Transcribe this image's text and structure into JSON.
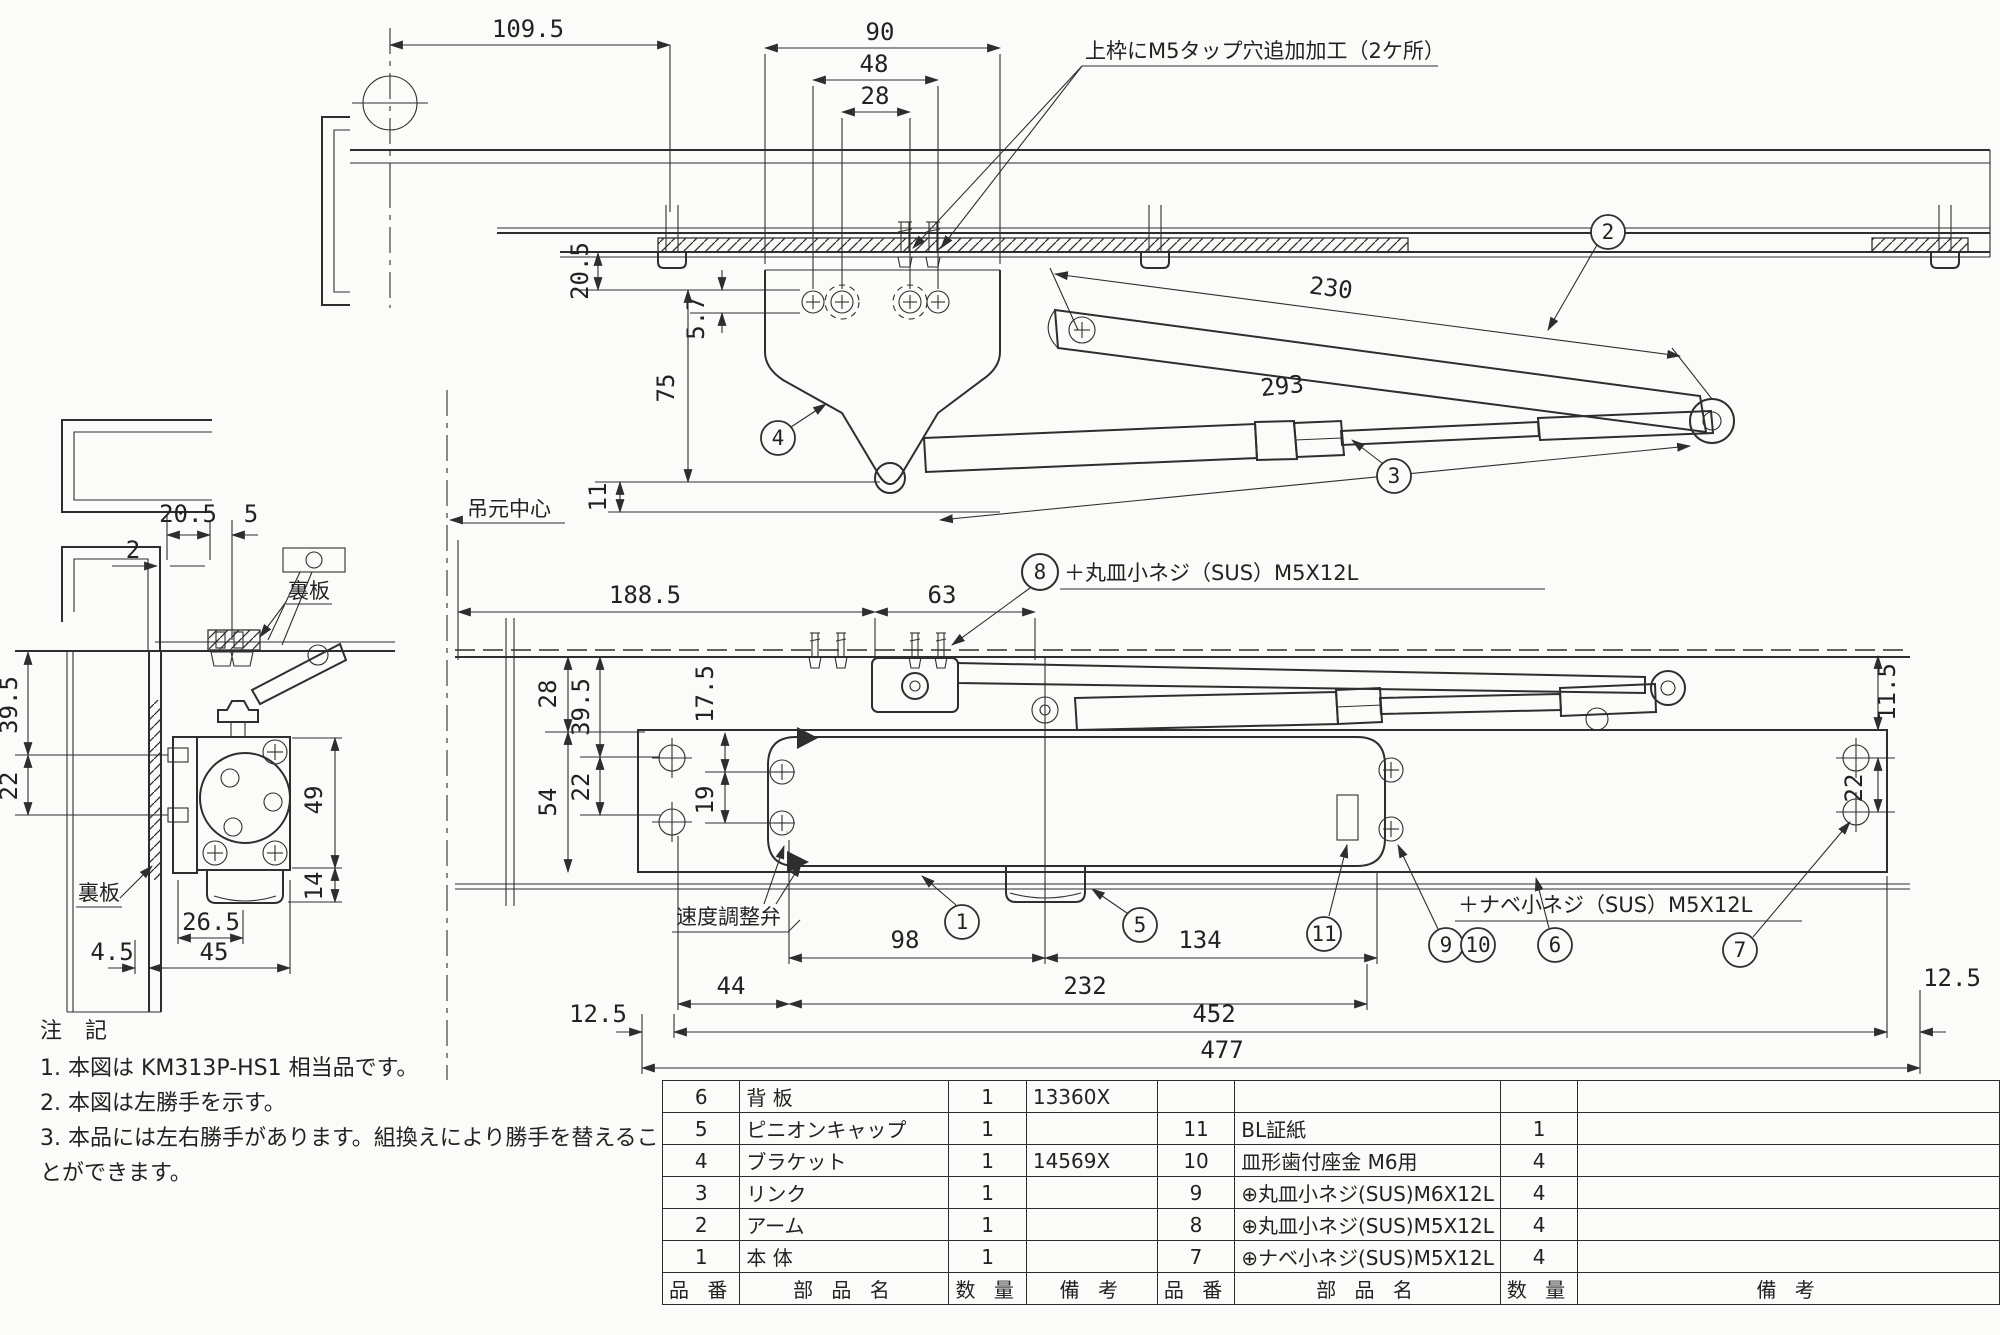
{
  "meta": {
    "paper_color": "#fbfbf9",
    "ink_color": "#2e2e2e"
  },
  "callouts": {
    "tap_holes": "上枠にM5タップ穴追加加工（2ケ所）",
    "hinge_center": "吊元中心",
    "back_plate_top": "裏板",
    "back_plate_bottom": "裏板",
    "speed_valve": "速度調整弁",
    "screw_flat": "＋丸皿小ネジ（SUS）M5X12L",
    "screw_pan": "＋ナベ小ネジ（SUS）M5X12L"
  },
  "balloons": {
    "n1": "1",
    "n2": "2",
    "n3": "3",
    "n4": "4",
    "n5": "5",
    "n6": "6",
    "n7": "7",
    "n8": "8",
    "n9": "9",
    "n10": "10",
    "n11": "11"
  },
  "dims": {
    "top": {
      "d109_5": "109.5",
      "d90": "90",
      "d48": "48",
      "d28": "28",
      "d20_5": "20.5",
      "d5_7": "5.7",
      "d75": "75",
      "d11": "11",
      "d230": "230",
      "d293": "293"
    },
    "side": {
      "s20_5": "20.5",
      "s5": "5",
      "s2": "2",
      "s39_5": "39.5",
      "s22": "22",
      "s49": "49",
      "s14": "14",
      "s26_5": "26.5",
      "s4_5": "4.5",
      "s45": "45"
    },
    "bottom": {
      "b188_5": "188.5",
      "b63": "63",
      "b28": "28",
      "b39_5": "39.5",
      "b54": "54",
      "b22": "22",
      "b17_5": "17.5",
      "b19": "19",
      "b98": "98",
      "b134": "134",
      "b44": "44",
      "b232": "232",
      "b12_5l": "12.5",
      "b452": "452",
      "b12_5r": "12.5",
      "b477": "477",
      "b11_5": "11.5",
      "b22r": "22"
    }
  },
  "notes": {
    "title": "注 記",
    "items": [
      "1. 本図は  KM313P-HS1  相当品です。",
      "2. 本図は左勝手を示す。",
      "3. 本品には左右勝手があります。組換えにより勝手を替えることができます。"
    ]
  },
  "parts_table": {
    "headers": [
      "品 番",
      "部 品 名",
      "数 量",
      "備 考"
    ],
    "left_rows": [
      {
        "no": "6",
        "name": "背 板",
        "qty": "1",
        "note": "13360X"
      },
      {
        "no": "5",
        "name": "ピニオンキャップ",
        "qty": "1",
        "note": ""
      },
      {
        "no": "4",
        "name": "ブラケット",
        "qty": "1",
        "note": "14569X"
      },
      {
        "no": "3",
        "name": "リンク",
        "qty": "1",
        "note": ""
      },
      {
        "no": "2",
        "name": "アーム",
        "qty": "1",
        "note": ""
      },
      {
        "no": "1",
        "name": "本 体",
        "qty": "1",
        "note": ""
      }
    ],
    "right_rows": [
      {
        "no": "",
        "name": "",
        "qty": "",
        "note": ""
      },
      {
        "no": "11",
        "name": "BL証紙",
        "qty": "1",
        "note": ""
      },
      {
        "no": "10",
        "name": "皿形歯付座金  M6用",
        "qty": "4",
        "note": ""
      },
      {
        "no": "9",
        "name": "⊕丸皿小ネジ(SUS)M6X12L",
        "qty": "4",
        "note": ""
      },
      {
        "no": "8",
        "name": "⊕丸皿小ネジ(SUS)M5X12L",
        "qty": "4",
        "note": ""
      },
      {
        "no": "7",
        "name": "⊕ナベ小ネジ(SUS)M5X12L",
        "qty": "4",
        "note": ""
      }
    ]
  }
}
